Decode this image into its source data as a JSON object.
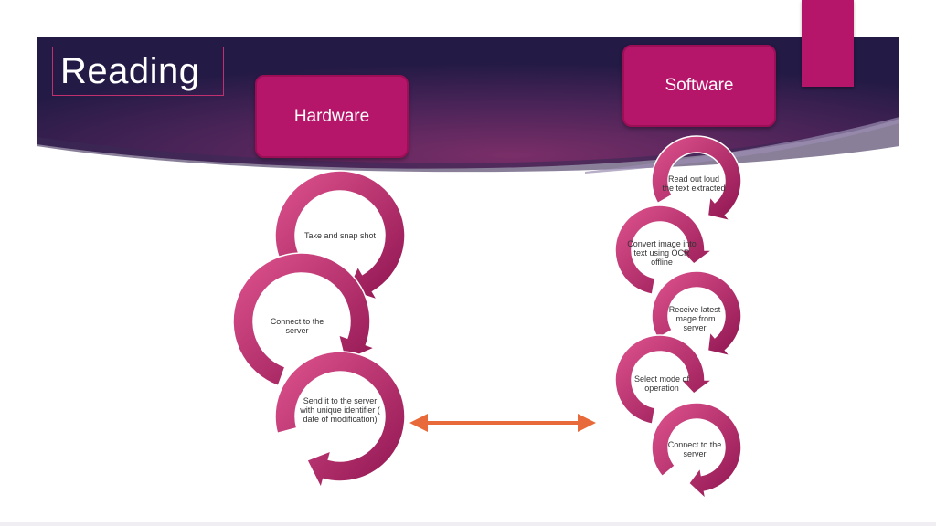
{
  "slide": {
    "title": "Reading",
    "hardware_label": "Hardware",
    "software_label": "Software"
  },
  "hardware_steps": [
    "Take and snap shot",
    "Connect to the server",
    "Send it to the server with unique identifier ( date of modification)"
  ],
  "software_steps": [
    "Read out loud the text extracted",
    "Convert image into text using OCR offline",
    "Receive latest image from server",
    "Select mode of operation",
    "Connect to the server"
  ],
  "colors": {
    "accent": "#b5166a",
    "banner_dark": "#2a1a48",
    "banner_mid": "#6b2a63",
    "ring_light": "#e0548f",
    "ring_dark": "#8e1450",
    "connector": "#e86a3a"
  }
}
